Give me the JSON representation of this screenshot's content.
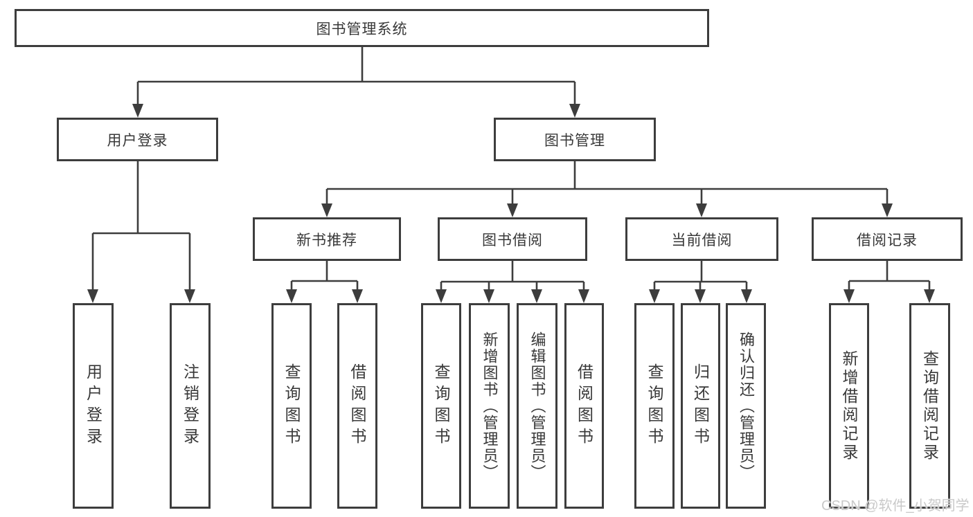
{
  "diagram_title": "图书管理系统",
  "nodes": {
    "root": "图书管理系统",
    "user_login": "用户登录",
    "book_management": "图书管理",
    "login": "用户登录",
    "logout": "注销登录",
    "new_book_recommend": "新书推荐",
    "book_borrow": "图书借阅",
    "current_borrow": "当前借阅",
    "borrow_records": "借阅记录",
    "nbr_query_books": "查询图书",
    "nbr_borrow_books": "借阅图书",
    "bb_query_books": "查询图书",
    "bb_add_books": "新增图书（管理员）",
    "bb_edit_books": "编辑图书（管理员）",
    "bb_borrow_books": "借阅图书",
    "cb_query_books": "查询图书",
    "cb_return_books": "归还图书",
    "cb_confirm_return": "确认归还（管理员）",
    "br_add_record": "新增借阅记录",
    "br_query_record": "查询借阅记录"
  },
  "hierarchy": {
    "图书管理系统": {
      "用户登录": [
        "用户登录",
        "注销登录"
      ],
      "图书管理": {
        "新书推荐": [
          "查询图书",
          "借阅图书"
        ],
        "图书借阅": [
          "查询图书",
          "新增图书（管理员）",
          "编辑图书（管理员）",
          "借阅图书"
        ],
        "当前借阅": [
          "查询图书",
          "归还图书",
          "确认归还（管理员）"
        ],
        "借阅记录": [
          "新增借阅记录",
          "查询借阅记录"
        ]
      }
    }
  },
  "watermark": "CSDN @软件_小贺同学",
  "colors": {
    "line": "#3d3d3d",
    "text": "#383838",
    "watermark": "#c9c9c9",
    "background": "#ffffff"
  }
}
